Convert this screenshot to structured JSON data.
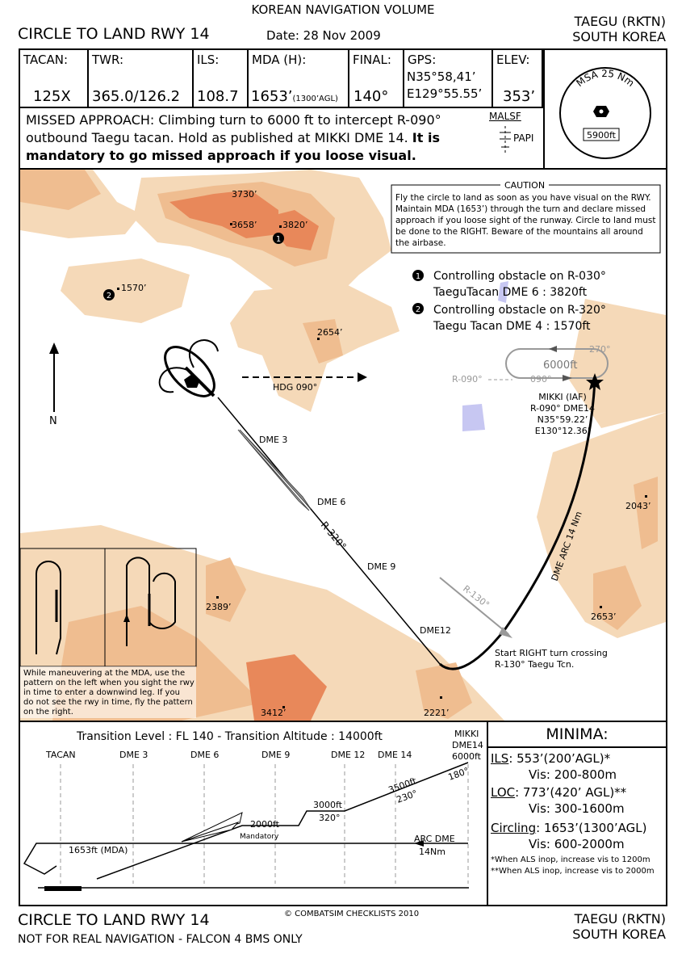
{
  "header": {
    "volume": "KOREAN NAVIGATION VOLUME",
    "title": "CIRCLE TO LAND RWY 14",
    "date": "Date: 28 Nov 2009",
    "airport": "TAEGU (RKTN)",
    "country": "SOUTH KOREA"
  },
  "info": {
    "tacan_label": "TACAN:",
    "tacan_value": "125X",
    "twr_label": "TWR:",
    "twr_value": "365.0/126.2",
    "ils_label": "ILS:",
    "ils_value": "108.7",
    "mda_label": "MDA (H):",
    "mda_value": "1653’",
    "mda_agl": "(1300’AGL)",
    "final_label": "FINAL:",
    "final_value": "140°",
    "gps_label": "GPS:",
    "gps_lat": "N35°58,41’",
    "gps_lon": "E129°55.55’",
    "elev_label": "ELEV:",
    "elev_value": "353’"
  },
  "msa": {
    "label": "MSA 25 Nm",
    "altitude": "5900ft"
  },
  "missed": {
    "line1": "MISSED APPROACH: Climbing turn to 6000 ft to intercept R-090°",
    "line2": "outbound Taegu tacan. Hold as published at MIKKI DME 14.",
    "line2b": "It is",
    "line3": "mandatory to go missed approach if you loose visual."
  },
  "lighting": {
    "malsf": "MALSF",
    "papi": "PAPI"
  },
  "caution": {
    "title": "CAUTION",
    "l1": "Fly the circle to land as soon as you have visual on the RWY.",
    "l2": "Maintain MDA (1653’) through the turn and declare missed",
    "l3": "approach if you loose sight of the runway. Circle to land must",
    "l4": "be done to the RIGHT. Beware of the mountains all around",
    "l5": "the airbase."
  },
  "obstacles": {
    "o1_a": "Controlling obstacle on R-030°",
    "o1_b": "TaeguTacan DME 6 : 3820ft",
    "o2_a": "Controlling obstacle on R-320°",
    "o2_b": "Taegu Tacan DME 4 : 1570ft"
  },
  "map": {
    "elev_3730": "3730’",
    "elev_3658": "3658’",
    "elev_3820": "3820’",
    "elev_1570": "1570’",
    "elev_2654": "2654’",
    "elev_2043": "2043’",
    "elev_2389": "2389’",
    "elev_2653": "2653’",
    "elev_3412": "3412’",
    "elev_2221": "2221’",
    "hdg": "HDG 090°",
    "north": "N",
    "dme3": "DME 3",
    "dme6": "DME 6",
    "dme9": "DME 9",
    "dme12": "DME12",
    "r320": "R-320°",
    "r130": "R-130°",
    "r090": "R-090°",
    "arc": "DME ARC 14 Nm",
    "hold_alt": "6000ft",
    "hold_270": "270°",
    "hold_090": "090°",
    "mikki1": "MIKKI (IAF)",
    "mikki2": "R-090° DME14",
    "mikki3": "N35°59.22’",
    "mikki4": "E130°12.36’",
    "start1": "Start RIGHT turn crossing",
    "start2": "R-130° Taegu Tcn.",
    "pattern1": "While maneuvering at the MDA, use the",
    "pattern2": "pattern on the left when you sight the rwy",
    "pattern3": "in time to enter a downwind leg. If you",
    "pattern4": "do not see the rwy in time, fly the pattern",
    "pattern5": "on the right.",
    "obs1": "1",
    "obs2": "2"
  },
  "profile": {
    "transition": "Transition Level : FL 140  -  Transition Altitude : 14000ft",
    "tacan": "TACAN",
    "dme3": "DME 3",
    "dme6": "DME 6",
    "dme9": "DME 9",
    "dme12": "DME 12",
    "dme14": "DME 14",
    "mikki": "MIKKI",
    "mikki_dme": "DME14",
    "mikki_alt": "6000ft",
    "alt_180": "180°",
    "alt_3500": "3500ft",
    "alt_230": "230°",
    "alt_3000": "3000ft",
    "alt_320": "320°",
    "alt_2000": "2000ft",
    "mandatory": "Mandatory",
    "mda": "1653ft (MDA)",
    "arc1": "ARC DME",
    "arc2": "14Nm"
  },
  "minima": {
    "title": "MINIMA:",
    "ils_label": "ILS",
    "ils_val": ": 553’(200’AGL)*",
    "ils_vis": "Vis: 200-800m",
    "loc_label": "LOC",
    "loc_val": ": 773’(420’ AGL)**",
    "loc_vis": "Vis: 300-1600m",
    "circ_label": "Circling",
    "circ_val": ": 1653’(1300’AGL)",
    "circ_vis": "Vis: 600-2000m",
    "note1": "*When ALS inop, increase vis to 1200m",
    "note2": "**When ALS inop, increase vis to 2000m"
  },
  "footer": {
    "title": "CIRCLE TO LAND RWY 14",
    "copyright": "© COMBATSIM CHECKLISTS 2010",
    "disclaimer": "NOT FOR REAL NAVIGATION - FALCON 4 BMS ONLY",
    "airport": "TAEGU (RKTN)",
    "country": "SOUTH KOREA"
  },
  "colors": {
    "terrain_light": "#f5d9b8",
    "terrain_mid": "#efbd90",
    "terrain_dark": "#e8885a",
    "water": "#c7c7f2"
  }
}
